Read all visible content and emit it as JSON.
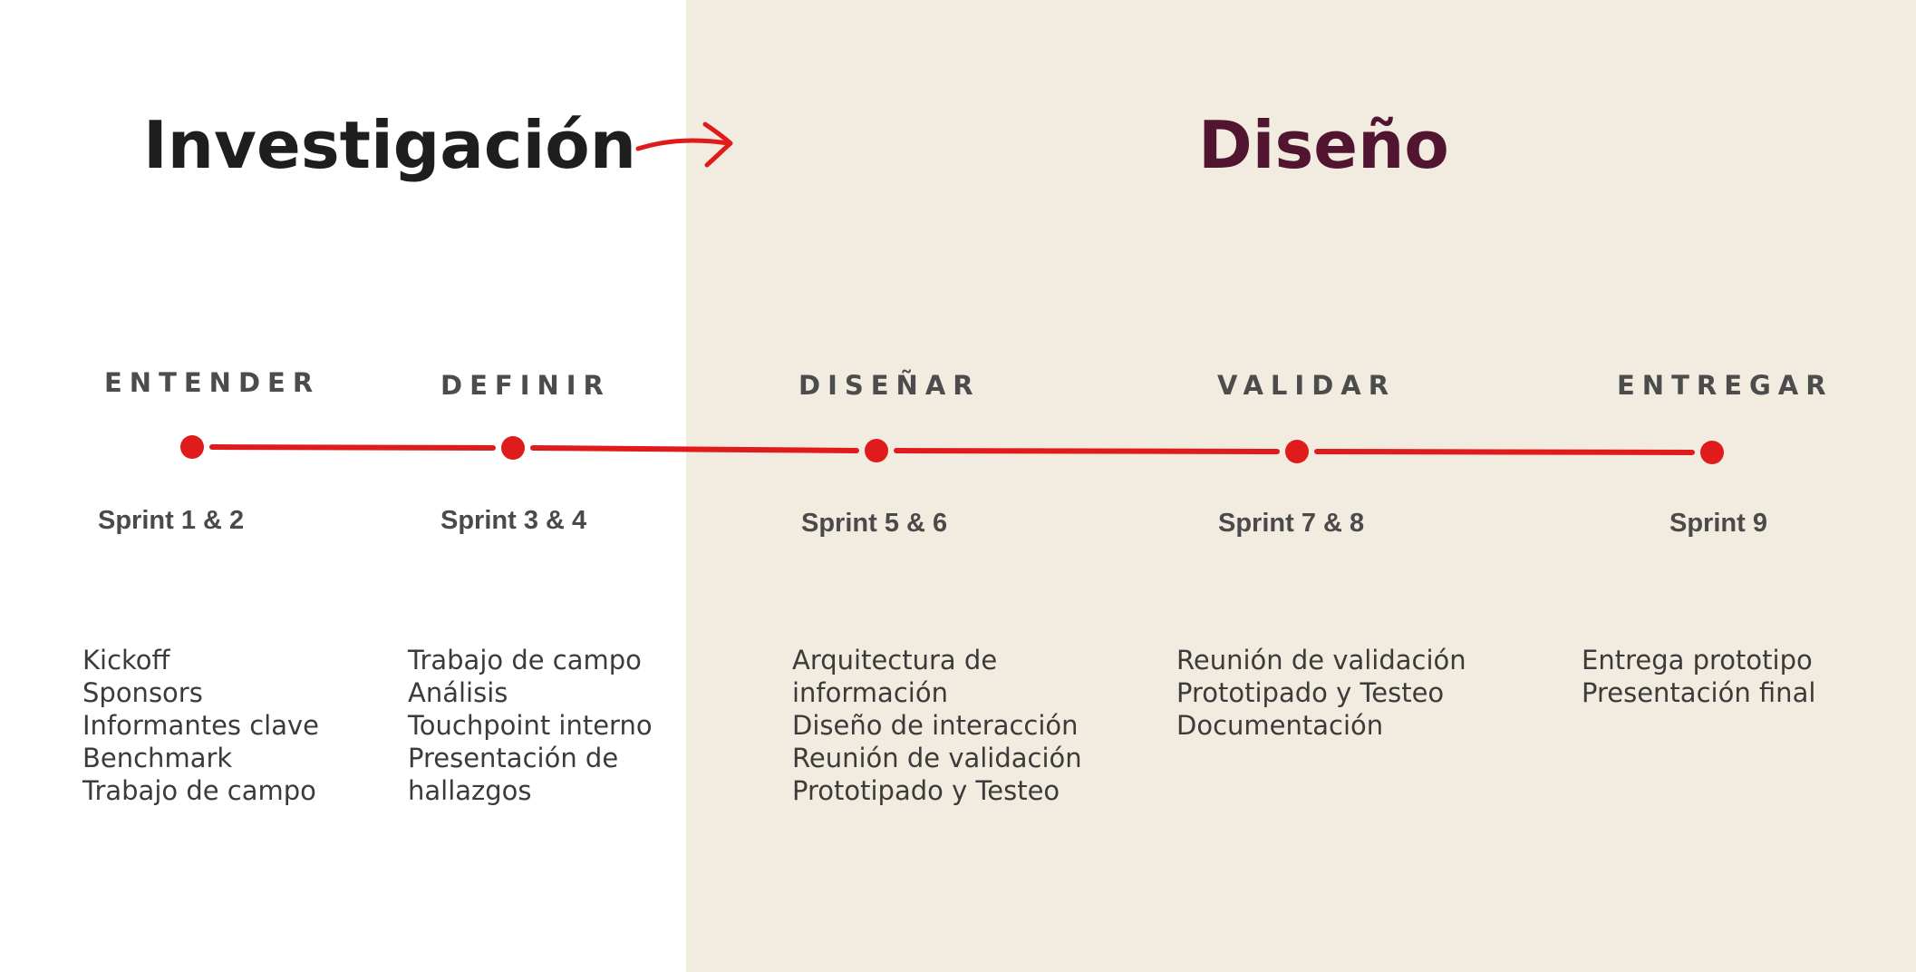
{
  "phases": {
    "research": {
      "title": "Investigación"
    },
    "design": {
      "title": "Diseño"
    }
  },
  "colors": {
    "accent": "#e01b1b",
    "design_bg": "#f2ebdf",
    "design_title": "#521531",
    "research_title": "#1e1e1e"
  },
  "stages": [
    {
      "label": "ENTENDER",
      "sprint": "Sprint 1 & 2",
      "tasks": [
        "Kickoff",
        "Sponsors",
        "Informantes clave",
        "Benchmark",
        "Trabajo de campo"
      ]
    },
    {
      "label": "DEFINIR",
      "sprint": "Sprint 3 & 4",
      "tasks": [
        "Trabajo de campo",
        "Análisis",
        "Touchpoint interno",
        "Presentación de",
        "hallazgos"
      ]
    },
    {
      "label": "DISEÑAR",
      "sprint": "Sprint 5 & 6",
      "tasks": [
        "Arquitectura de",
        "información",
        "Diseño de interacción",
        "Reunión de validación",
        "Prototipado y Testeo"
      ]
    },
    {
      "label": "VALIDAR",
      "sprint": "Sprint 7 & 8",
      "tasks": [
        "Reunión de validación",
        "Prototipado y Testeo",
        "Documentación"
      ]
    },
    {
      "label": "ENTREGAR",
      "sprint": "Sprint 9",
      "tasks": [
        "Entrega prototipo",
        "Presentación final"
      ]
    }
  ]
}
